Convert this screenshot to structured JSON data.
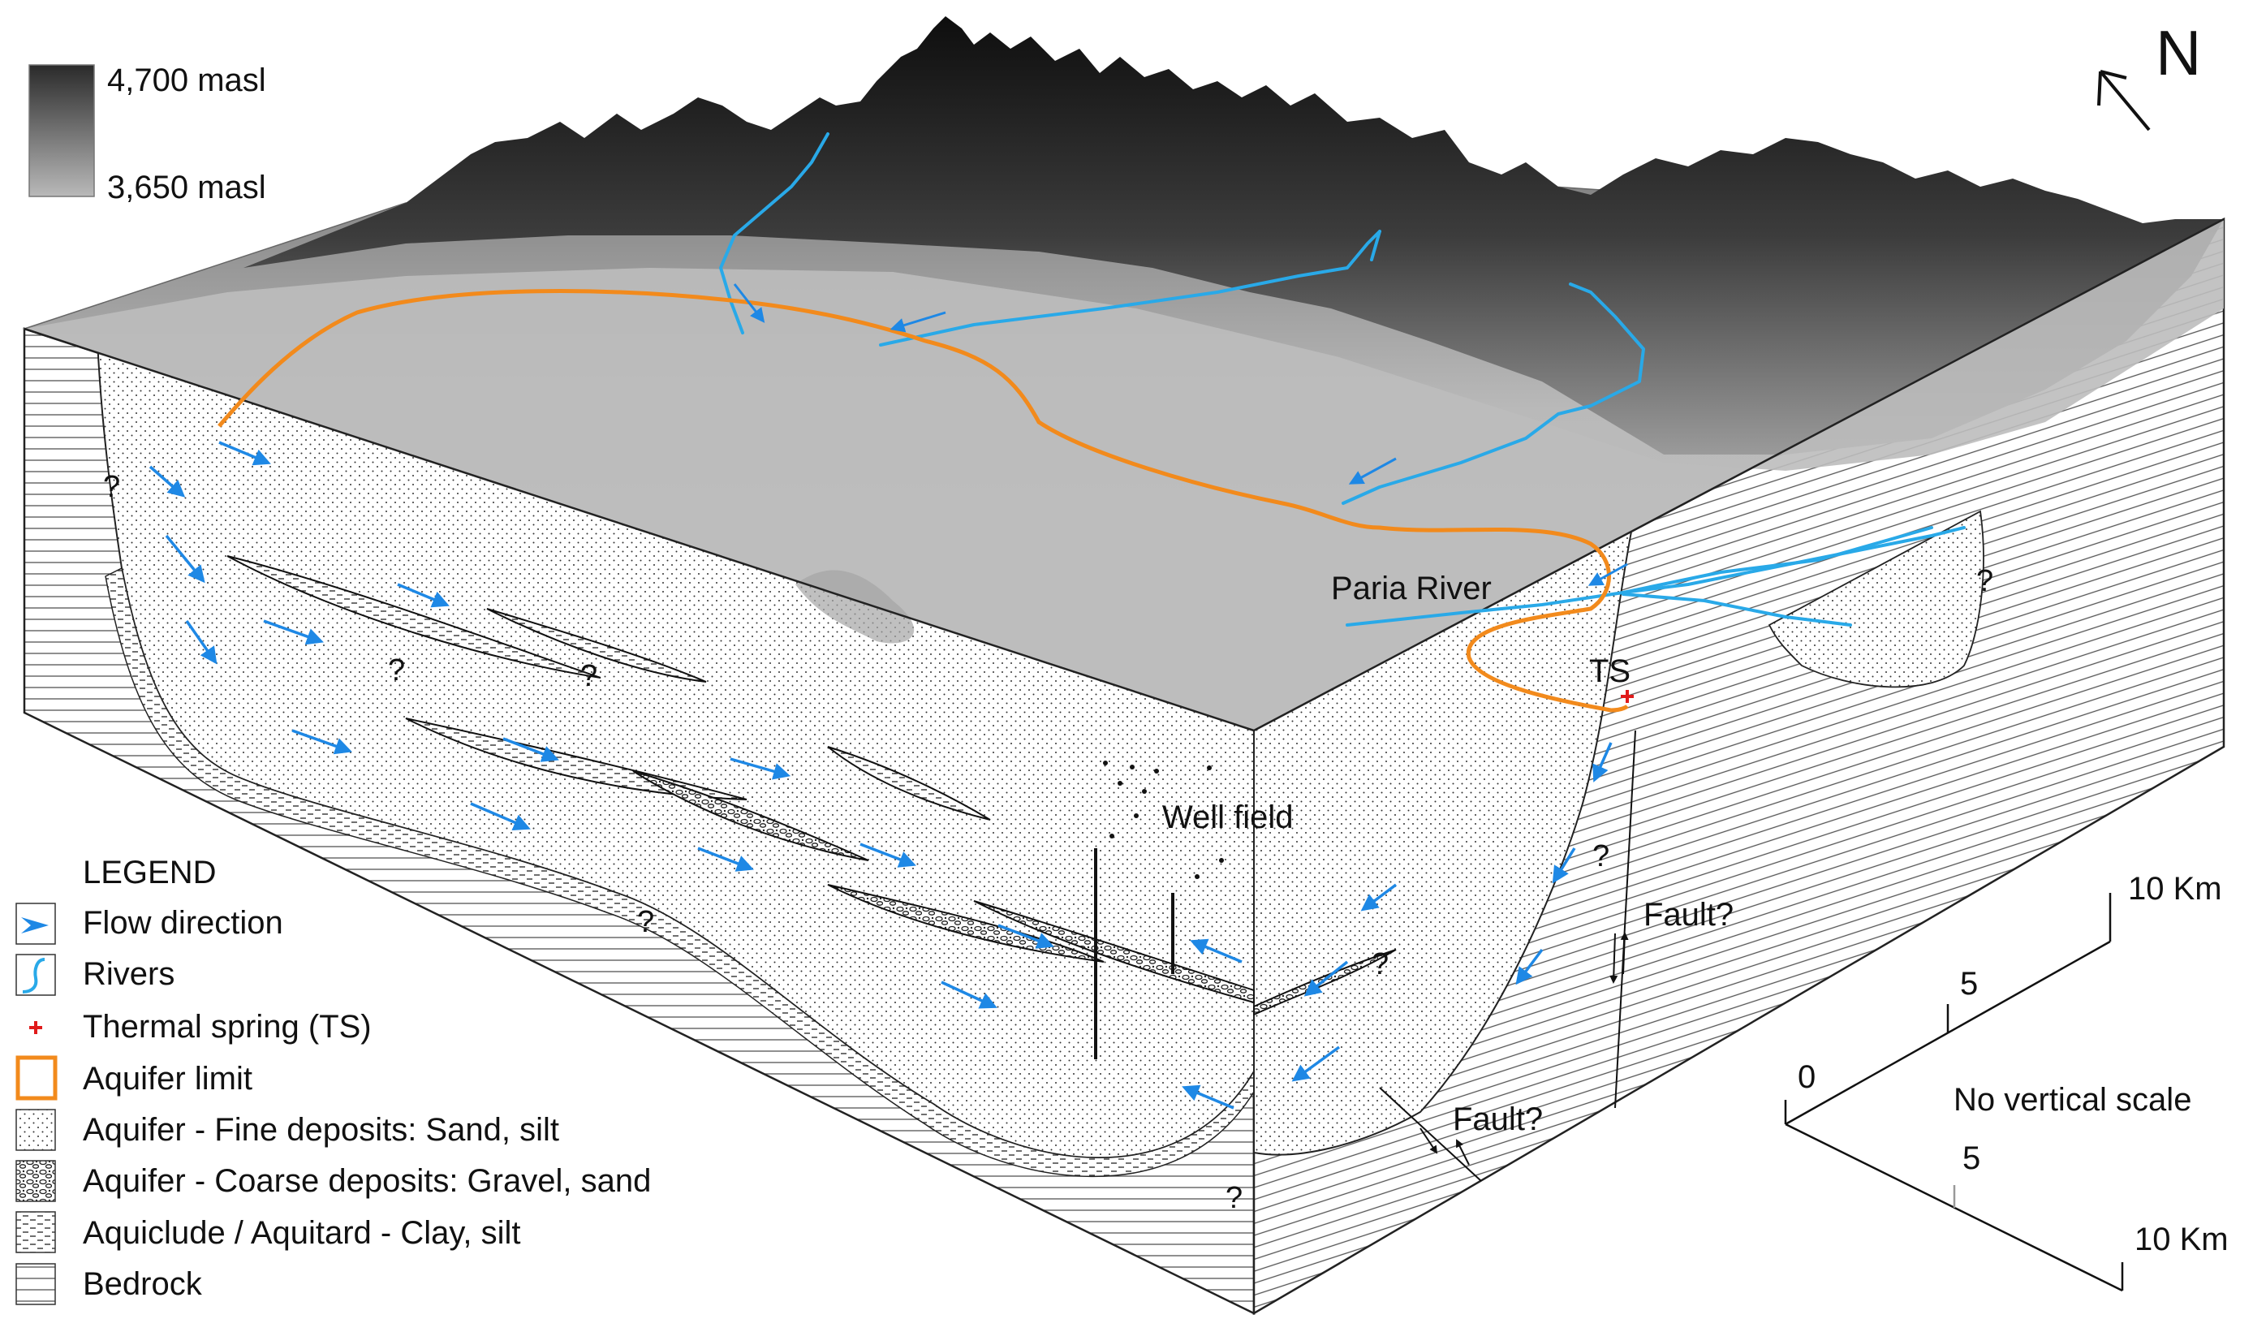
{
  "elevation_scale": {
    "max_label": "4,700 masl",
    "min_label": "3,650 masl",
    "max_color": "#2a2a2a",
    "min_color": "#b9b9b9"
  },
  "north_label": "N",
  "colors": {
    "river": "#29a9e8",
    "aquifer_limit": "#f28a1c",
    "flow_arrow": "#1e88e5",
    "thermal_spring": "#e01b1b"
  },
  "map_labels": {
    "paria_river": "Paria River",
    "thermal_spring_abbr": "TS",
    "well_field": "Well field",
    "fault_1": "Fault?",
    "fault_2": "Fault?",
    "q1": "?",
    "q2": "?",
    "q3": "?",
    "q4": "?",
    "q5": "?",
    "q6": "?",
    "q7": "?",
    "q8": "?",
    "q9": "?"
  },
  "scale": {
    "h_top": "10 Km",
    "h_mid": "5",
    "origin": "0",
    "d_mid": "5",
    "d_end": "10 Km",
    "note": "No vertical scale"
  },
  "legend": {
    "title": "LEGEND",
    "items": [
      {
        "key": "flow",
        "icon": "blue-arrow",
        "label": "Flow direction"
      },
      {
        "key": "rivers",
        "icon": "river-line",
        "label": "Rivers"
      },
      {
        "key": "spring",
        "icon": "red-cross",
        "label": "Thermal spring (TS)"
      },
      {
        "key": "limit",
        "icon": "orange-box",
        "label": "Aquifer limit"
      },
      {
        "key": "fine",
        "icon": "dotted-box",
        "label": "Aquifer - Fine deposits: Sand, silt"
      },
      {
        "key": "coarse",
        "icon": "gravel-box",
        "label": "Aquifer - Coarse deposits: Gravel, sand"
      },
      {
        "key": "aquitard",
        "icon": "dashed-box",
        "label": "Aquiclude / Aquitard - Clay, silt"
      },
      {
        "key": "bedrock",
        "icon": "hlines-box",
        "label": "Bedrock"
      }
    ]
  }
}
